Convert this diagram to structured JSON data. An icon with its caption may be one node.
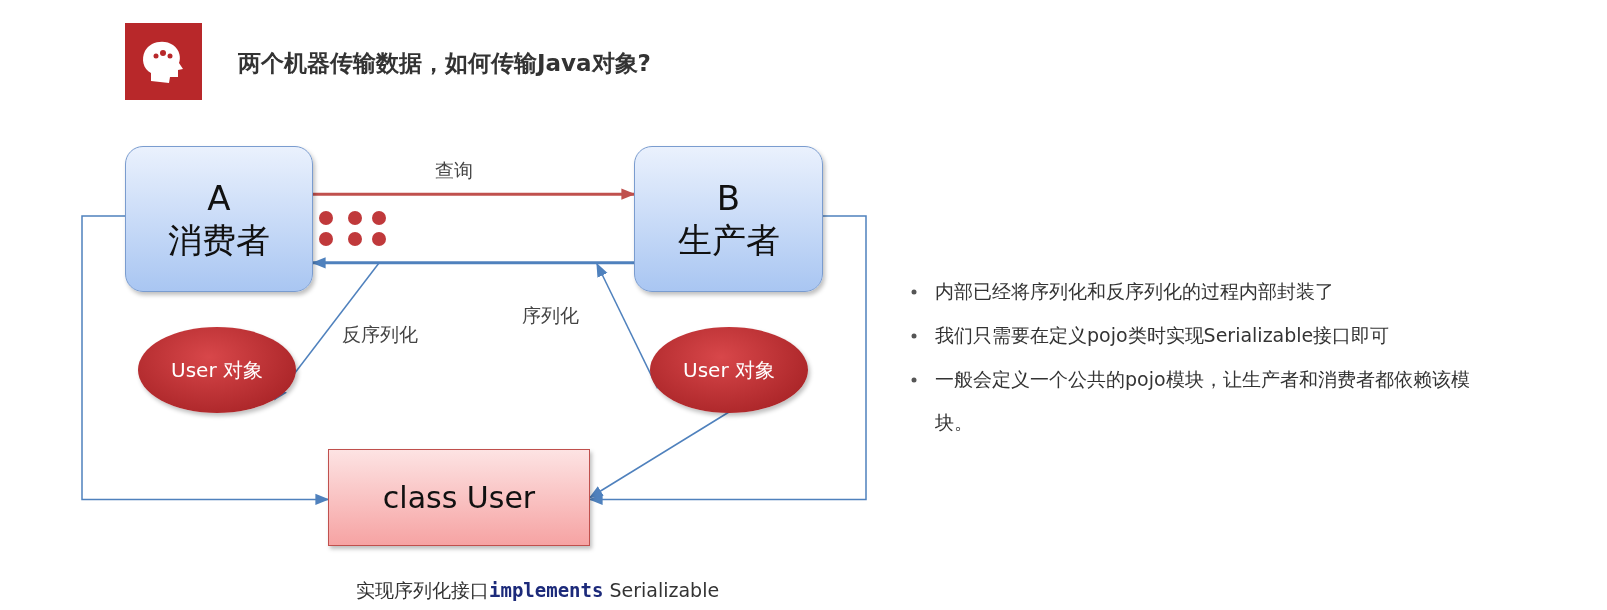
{
  "diagram": {
    "title": "两个机器传输数据，如何传输Java对象?",
    "nodes": [
      {
        "text": [
          "A",
          "消费者"
        ]
      },
      {
        "text": [
          "B",
          "生产者"
        ]
      },
      {
        "text": [
          "User 对象"
        ]
      },
      {
        "text": [
          "User 对象"
        ]
      },
      {
        "text": [
          "class User"
        ]
      }
    ],
    "edges": [
      {
        "from": 0,
        "to": 1,
        "arrow": "to",
        "label": "查询",
        "color": "#c0504d"
      },
      {
        "from": 1,
        "to": 0,
        "arrow": "to"
      },
      {
        "from": 0,
        "to": 2,
        "arrow": "to",
        "label": "反序列化"
      },
      {
        "from": 3,
        "to": 1,
        "arrow": "to",
        "label": "序列化"
      },
      {
        "from": 0,
        "to": 4,
        "arrow": "to"
      },
      {
        "from": 1,
        "to": 4,
        "arrow": "to"
      },
      {
        "from": 3,
        "to": 4,
        "arrow": "to"
      }
    ],
    "labels": [
      "实现序列化接口**implements** Serializable",
      "内部已经将序列化和反序列化的过程内部封装了",
      "我们只需要在定义pojo类时实现Serializable接口即可",
      "一般会定义一个公共的pojo模块，让生产者和消费者都依赖该模块。"
    ]
  }
}
